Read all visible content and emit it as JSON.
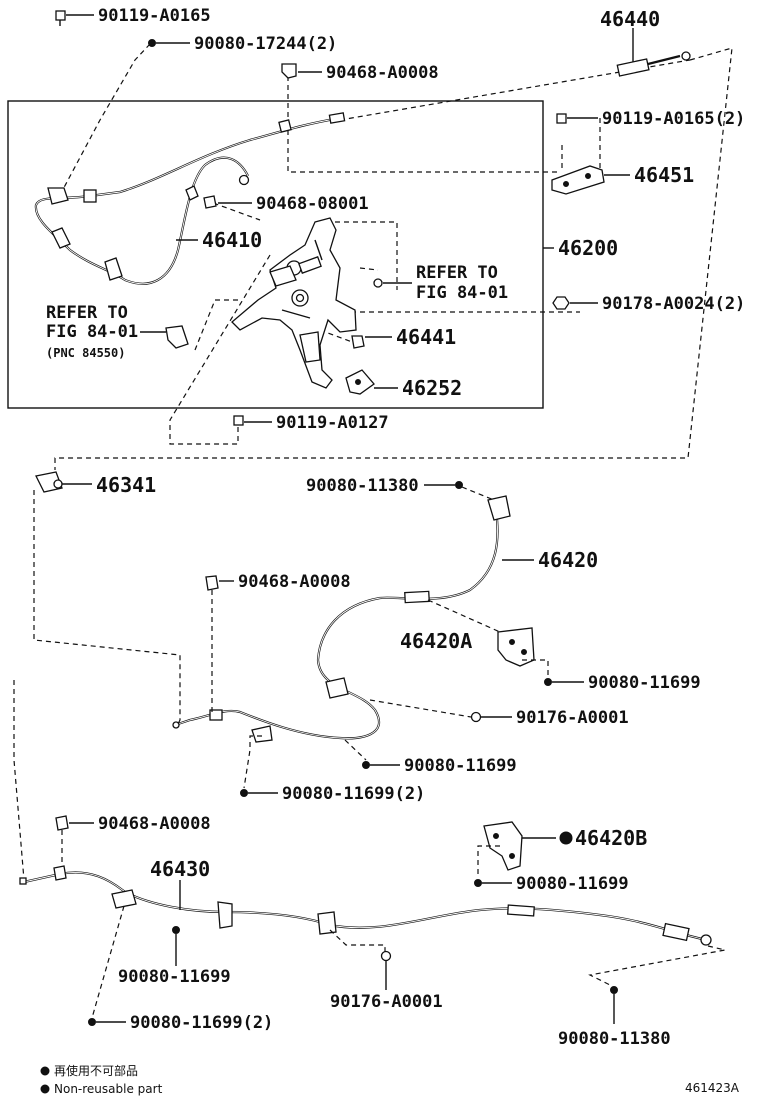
{
  "labels": {
    "p90119_A0165": "90119-A0165",
    "p90080_17244_2": "90080-17244(2)",
    "p90468_A0008_top": "90468-A0008",
    "p46440": "46440",
    "p90119_A0165_2": "90119-A0165(2)",
    "p46451": "46451",
    "p90468_08001": "90468-08001",
    "p46410": "46410",
    "p46200": "46200",
    "refer_to_right_1": "REFER TO",
    "refer_to_right_2": "FIG 84-01",
    "p90178_A0024_2": "90178-A0024(2)",
    "refer_to_left_1": "REFER TO",
    "refer_to_left_2": "FIG 84-01",
    "refer_to_left_pnc": "(PNC 84550)",
    "p46441": "46441",
    "p46252": "46252",
    "p90119_A0127": "90119-A0127",
    "p46341": "46341",
    "p90080_11380_top": "90080-11380",
    "p46420": "46420",
    "p90468_A0008_mid": "90468-A0008",
    "p46420A": "46420A",
    "p90080_11699_a": "90080-11699",
    "p90176_A0001_a": "90176-A0001",
    "p90080_11699_b": "90080-11699",
    "p90080_11699_2_a": "90080-11699(2)",
    "p90468_A0008_low": "90468-A0008",
    "p46420B": "46420B",
    "p46430": "46430",
    "p90080_11699_c": "90080-11699",
    "p90080_11699_d": "90080-11699",
    "p90176_A0001_b": "90176-A0001",
    "p90080_11699_2_b": "90080-11699(2)",
    "p90080_11380_low": "90080-11380"
  },
  "footer": {
    "legend_cn": "再使用不可部品",
    "legend_en": "Non-reusable part",
    "diagram_id": "461423A"
  },
  "colors": {
    "line": "#111111",
    "background": "#ffffff"
  }
}
